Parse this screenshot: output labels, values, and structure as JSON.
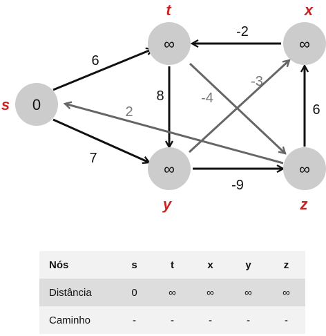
{
  "graph": {
    "nodes": {
      "s": {
        "name": "s",
        "value": "0"
      },
      "t": {
        "name": "t",
        "value": "∞"
      },
      "x": {
        "name": "x",
        "value": "∞"
      },
      "y": {
        "name": "y",
        "value": "∞"
      },
      "z": {
        "name": "z",
        "value": "∞"
      }
    },
    "edges": [
      {
        "from": "s",
        "to": "t",
        "weight": "6",
        "color": "#111111"
      },
      {
        "from": "s",
        "to": "y",
        "weight": "7",
        "color": "#111111"
      },
      {
        "from": "t",
        "to": "y",
        "weight": "8",
        "color": "#111111"
      },
      {
        "from": "x",
        "to": "t",
        "weight": "-2",
        "color": "#111111"
      },
      {
        "from": "t",
        "to": "z",
        "weight": "-4",
        "color": "#666666"
      },
      {
        "from": "y",
        "to": "x",
        "weight": "-3",
        "color": "#666666"
      },
      {
        "from": "z",
        "to": "s",
        "weight": "2",
        "color": "#666666"
      },
      {
        "from": "y",
        "to": "z",
        "weight": "-9",
        "color": "#111111"
      },
      {
        "from": "z",
        "to": "x",
        "weight": "6",
        "color": "#111111"
      }
    ],
    "colors": {
      "node_fill": "#cccccc",
      "node_label": "#cc2222",
      "edge_dark": "#111111",
      "edge_gray": "#666666"
    }
  },
  "table": {
    "header": {
      "label": "Nós",
      "cols": [
        "s",
        "t",
        "x",
        "y",
        "z"
      ]
    },
    "distance": {
      "label": "Distância",
      "values": [
        "0",
        "∞",
        "∞",
        "∞",
        "∞"
      ]
    },
    "path": {
      "label": "Caminho",
      "values": [
        "-",
        "-",
        "-",
        "-",
        "-"
      ]
    }
  }
}
